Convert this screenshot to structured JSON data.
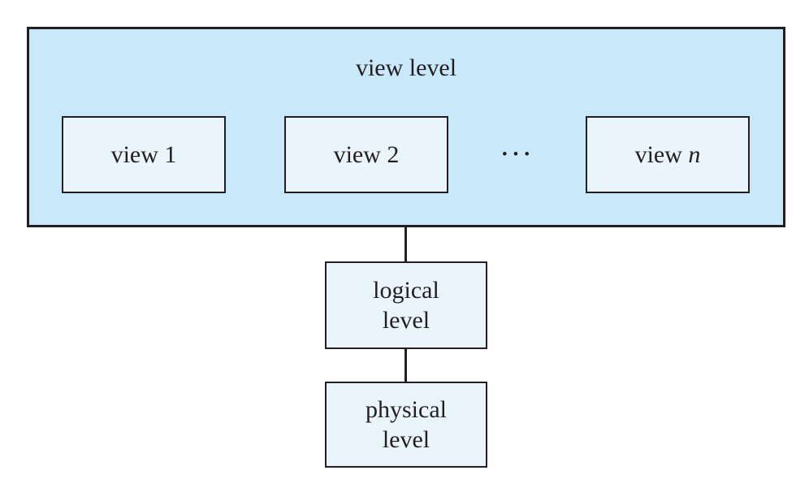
{
  "diagram": {
    "title": "view level",
    "views": [
      {
        "label": "view 1"
      },
      {
        "label": "view 2"
      },
      {
        "prefix": "view ",
        "variable": "n"
      }
    ],
    "ellipsis": "•••",
    "logical_level": "logical\nlevel",
    "physical_level": "physical\nlevel"
  },
  "colors": {
    "outer_fill": "#c9e8f9",
    "inner_fill": "#e9f4fb",
    "border": "#231f20",
    "text": "#231f20",
    "background": "#ffffff"
  }
}
